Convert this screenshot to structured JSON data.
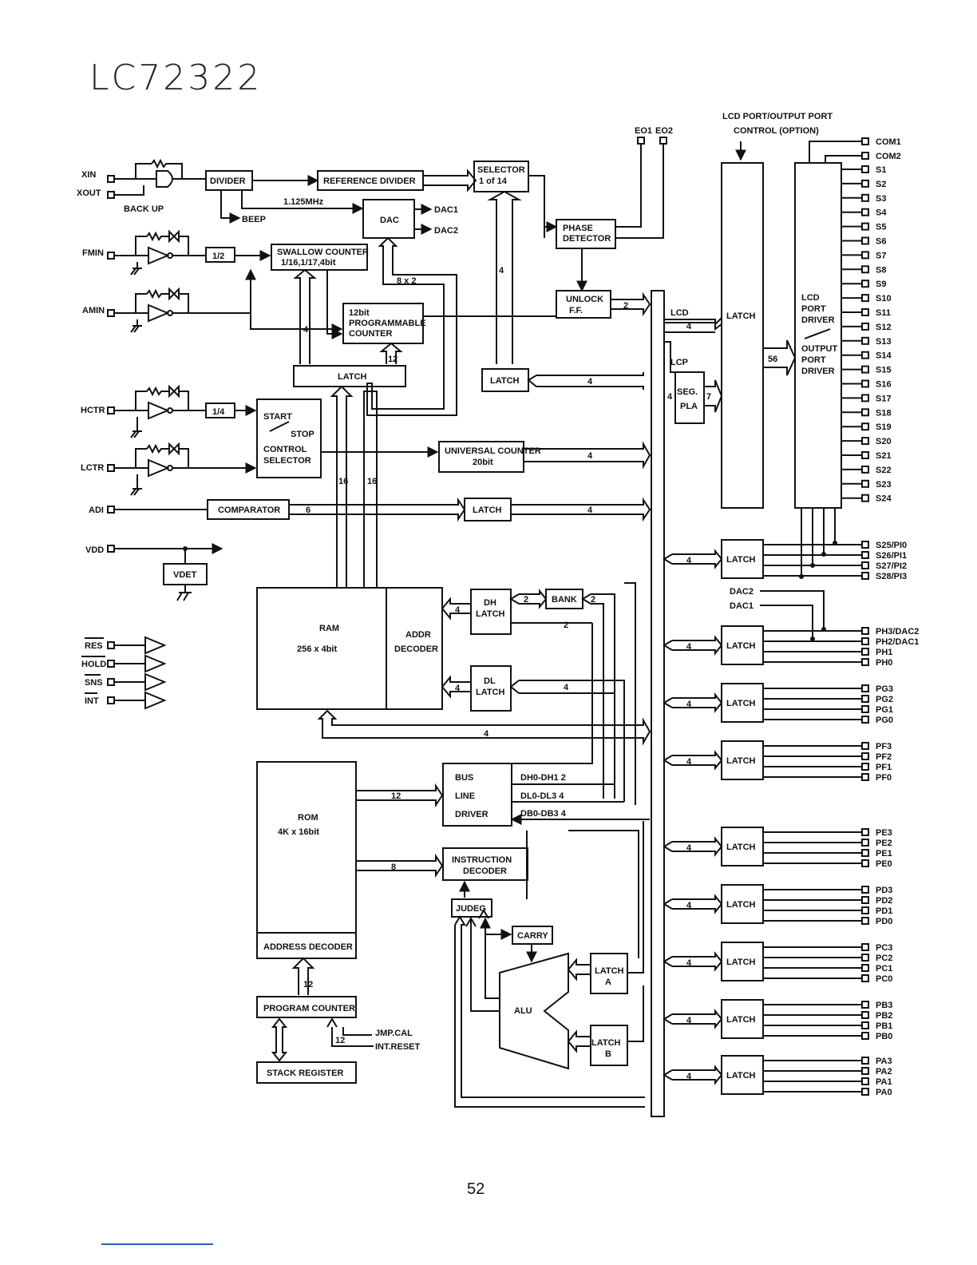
{
  "title": "LC72322",
  "page_number": "52",
  "lcd_port_header": {
    "line1": "LCD PORT/OUTPUT PORT",
    "line2": "CONTROL (OPTION)"
  },
  "top_pins": [
    "EO1",
    "EO2"
  ],
  "left_pins": {
    "xin": "XIN",
    "xout": "XOUT",
    "fmin": "FMIN",
    "amin": "AMIN",
    "hctr": "HCTR",
    "lctr": "LCTR",
    "adi": "ADI",
    "vdd": "VDD",
    "res": "RES",
    "hold": "HOLD",
    "sns": "SNS",
    "int": "INT"
  },
  "blocks": {
    "divider": "DIVIDER",
    "reference_divider": "REFERENCE DIVIDER",
    "selector": [
      "SELECTOR",
      "1 of 14"
    ],
    "dac": "DAC",
    "phase_detector": [
      "PHASE",
      "DETECTOR"
    ],
    "swallow_counter": [
      "SWALLOW COUNTER",
      "1/16,1/17,4bit"
    ],
    "programmable_counter": [
      "12bit",
      "PROGRAMMABLE",
      "COUNTER"
    ],
    "unlock_ff": [
      "UNLOCK",
      "F.F."
    ],
    "latch": "LATCH",
    "start_stop": [
      "START",
      "STOP",
      "CONTROL",
      "SELECTOR"
    ],
    "universal_counter": [
      "UNIVERSAL COUNTER",
      "20bit"
    ],
    "comparator": "COMPARATOR",
    "vdet": "VDET",
    "ram": [
      "RAM",
      "256 x 4bit"
    ],
    "addr_decoder": [
      "ADDR",
      "DECODER"
    ],
    "dh_latch": [
      "DH",
      "LATCH"
    ],
    "dl_latch": [
      "DL",
      "LATCH"
    ],
    "bank": "BANK",
    "rom": [
      "ROM",
      "4K x 16bit"
    ],
    "address_decoder": "ADDRESS DECODER",
    "program_counter": "PROGRAM COUNTER",
    "stack_register": "STACK REGISTER",
    "bus_line_driver": [
      "BUS",
      "LINE",
      "DRIVER"
    ],
    "instruction_decoder": [
      "INSTRUCTION",
      "DECODER"
    ],
    "judeg": "JUDEG",
    "carry": "CARRY",
    "alu": "ALU",
    "latch_a": [
      "LATCH",
      "A"
    ],
    "latch_b": [
      "LATCH",
      "B"
    ],
    "seg_pla": [
      "SEG.",
      "PLA"
    ],
    "lcd_driver": [
      "LCD",
      "PORT",
      "DRIVER",
      "OUTPUT",
      "PORT",
      "DRIVER"
    ]
  },
  "signal_labels": {
    "backup": "BACK UP",
    "beep": "BEEP",
    "freq": "1.125MHz",
    "dac1": "DAC1",
    "dac2": "DAC2",
    "half": "1/2",
    "quarter": "1/4",
    "bus_8x2": "8 x 2",
    "lcd": "LCD",
    "lcp": "LCP",
    "dh_bus": "DH0-DH1 2",
    "dl_bus": "DL0-DL3 4",
    "db_bus": "DB0-DB3 4",
    "jmp_cal": "JMP.CAL",
    "int_reset": "INT.RESET",
    "dac2_out": "DAC2",
    "dac1_out": "DAC1"
  },
  "bus_widths": {
    "w4": "4",
    "w2": "2",
    "w12": "12",
    "w16": "16",
    "w6": "6",
    "w8": "8",
    "w7": "7",
    "w56": "56"
  },
  "right_pins": {
    "com": [
      "COM1",
      "COM2"
    ],
    "s": [
      "S1",
      "S2",
      "S3",
      "S4",
      "S5",
      "S6",
      "S7",
      "S8",
      "S9",
      "S10",
      "S11",
      "S12",
      "S13",
      "S14",
      "S15",
      "S16",
      "S17",
      "S18",
      "S19",
      "S20",
      "S21",
      "S22",
      "S23",
      "S24"
    ],
    "s_pi": [
      "S25/PI0",
      "S26/PI1",
      "S27/PI2",
      "S28/PI3"
    ],
    "ph": [
      "PH3/DAC2",
      "PH2/DAC1",
      "PH1",
      "PH0"
    ],
    "pg": [
      "PG3",
      "PG2",
      "PG1",
      "PG0"
    ],
    "pf": [
      "PF3",
      "PF2",
      "PF1",
      "PF0"
    ],
    "pe": [
      "PE3",
      "PE2",
      "PE1",
      "PE0"
    ],
    "pd": [
      "PD3",
      "PD2",
      "PD1",
      "PD0"
    ],
    "pc": [
      "PC3",
      "PC2",
      "PC1",
      "PC0"
    ],
    "pb": [
      "PB3",
      "PB2",
      "PB1",
      "PB0"
    ],
    "pa": [
      "PA3",
      "PA2",
      "PA1",
      "PA0"
    ]
  }
}
